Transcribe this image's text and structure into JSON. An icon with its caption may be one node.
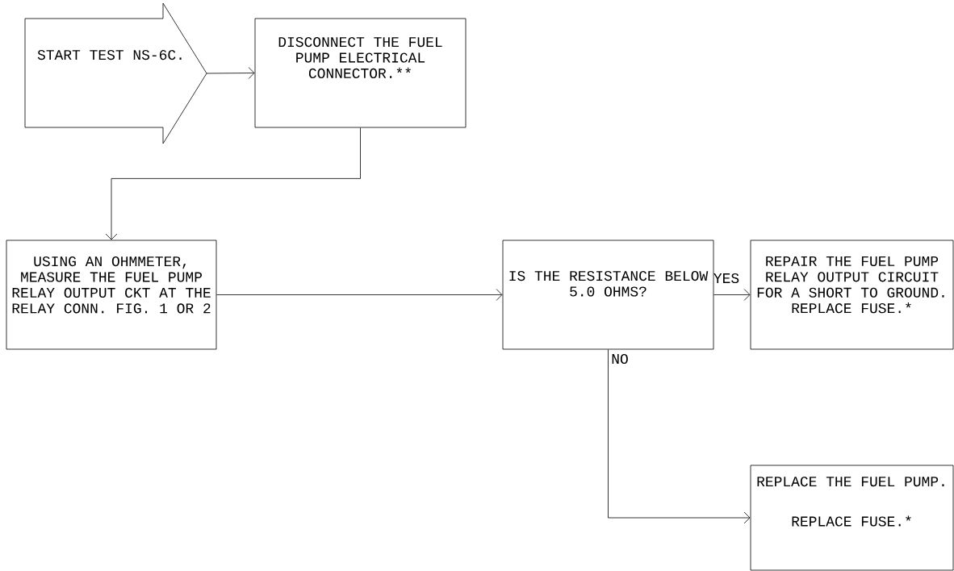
{
  "diagram": {
    "nodes": [
      {
        "text": [
          "START TEST NS-6C."
        ]
      },
      {
        "text": [
          "DISCONNECT THE FUEL PUMP ELECTRICAL CONNECTOR.**"
        ]
      },
      {
        "text": [
          "USING AN OHMMETER, MEASURE THE FUEL PUMP RELAY OUTPUT CKT AT THE RELAY CONN. FIG. 1 OR 2"
        ]
      },
      {
        "text": [
          "IS THE RESISTANCE BELOW 5.0 OHMS?"
        ]
      },
      {
        "text": [
          "REPAIR THE FUEL PUMP RELAY OUTPUT CIRCUIT FOR A SHORT TO GROUND. REPLACE FUSE.*"
        ]
      },
      {
        "text": [
          "REPLACE THE FUEL PUMP.",
          "REPLACE FUSE.*"
        ]
      }
    ],
    "edges": [
      {
        "from": 0,
        "to": 1,
        "arrow": "to"
      },
      {
        "from": 1,
        "to": 2,
        "arrow": "to"
      },
      {
        "from": 2,
        "to": 3,
        "arrow": "to"
      },
      {
        "from": 3,
        "to": 4,
        "arrow": "to",
        "label": "YES"
      },
      {
        "from": 3,
        "to": 5,
        "arrow": "to",
        "label": "NO"
      }
    ]
  }
}
